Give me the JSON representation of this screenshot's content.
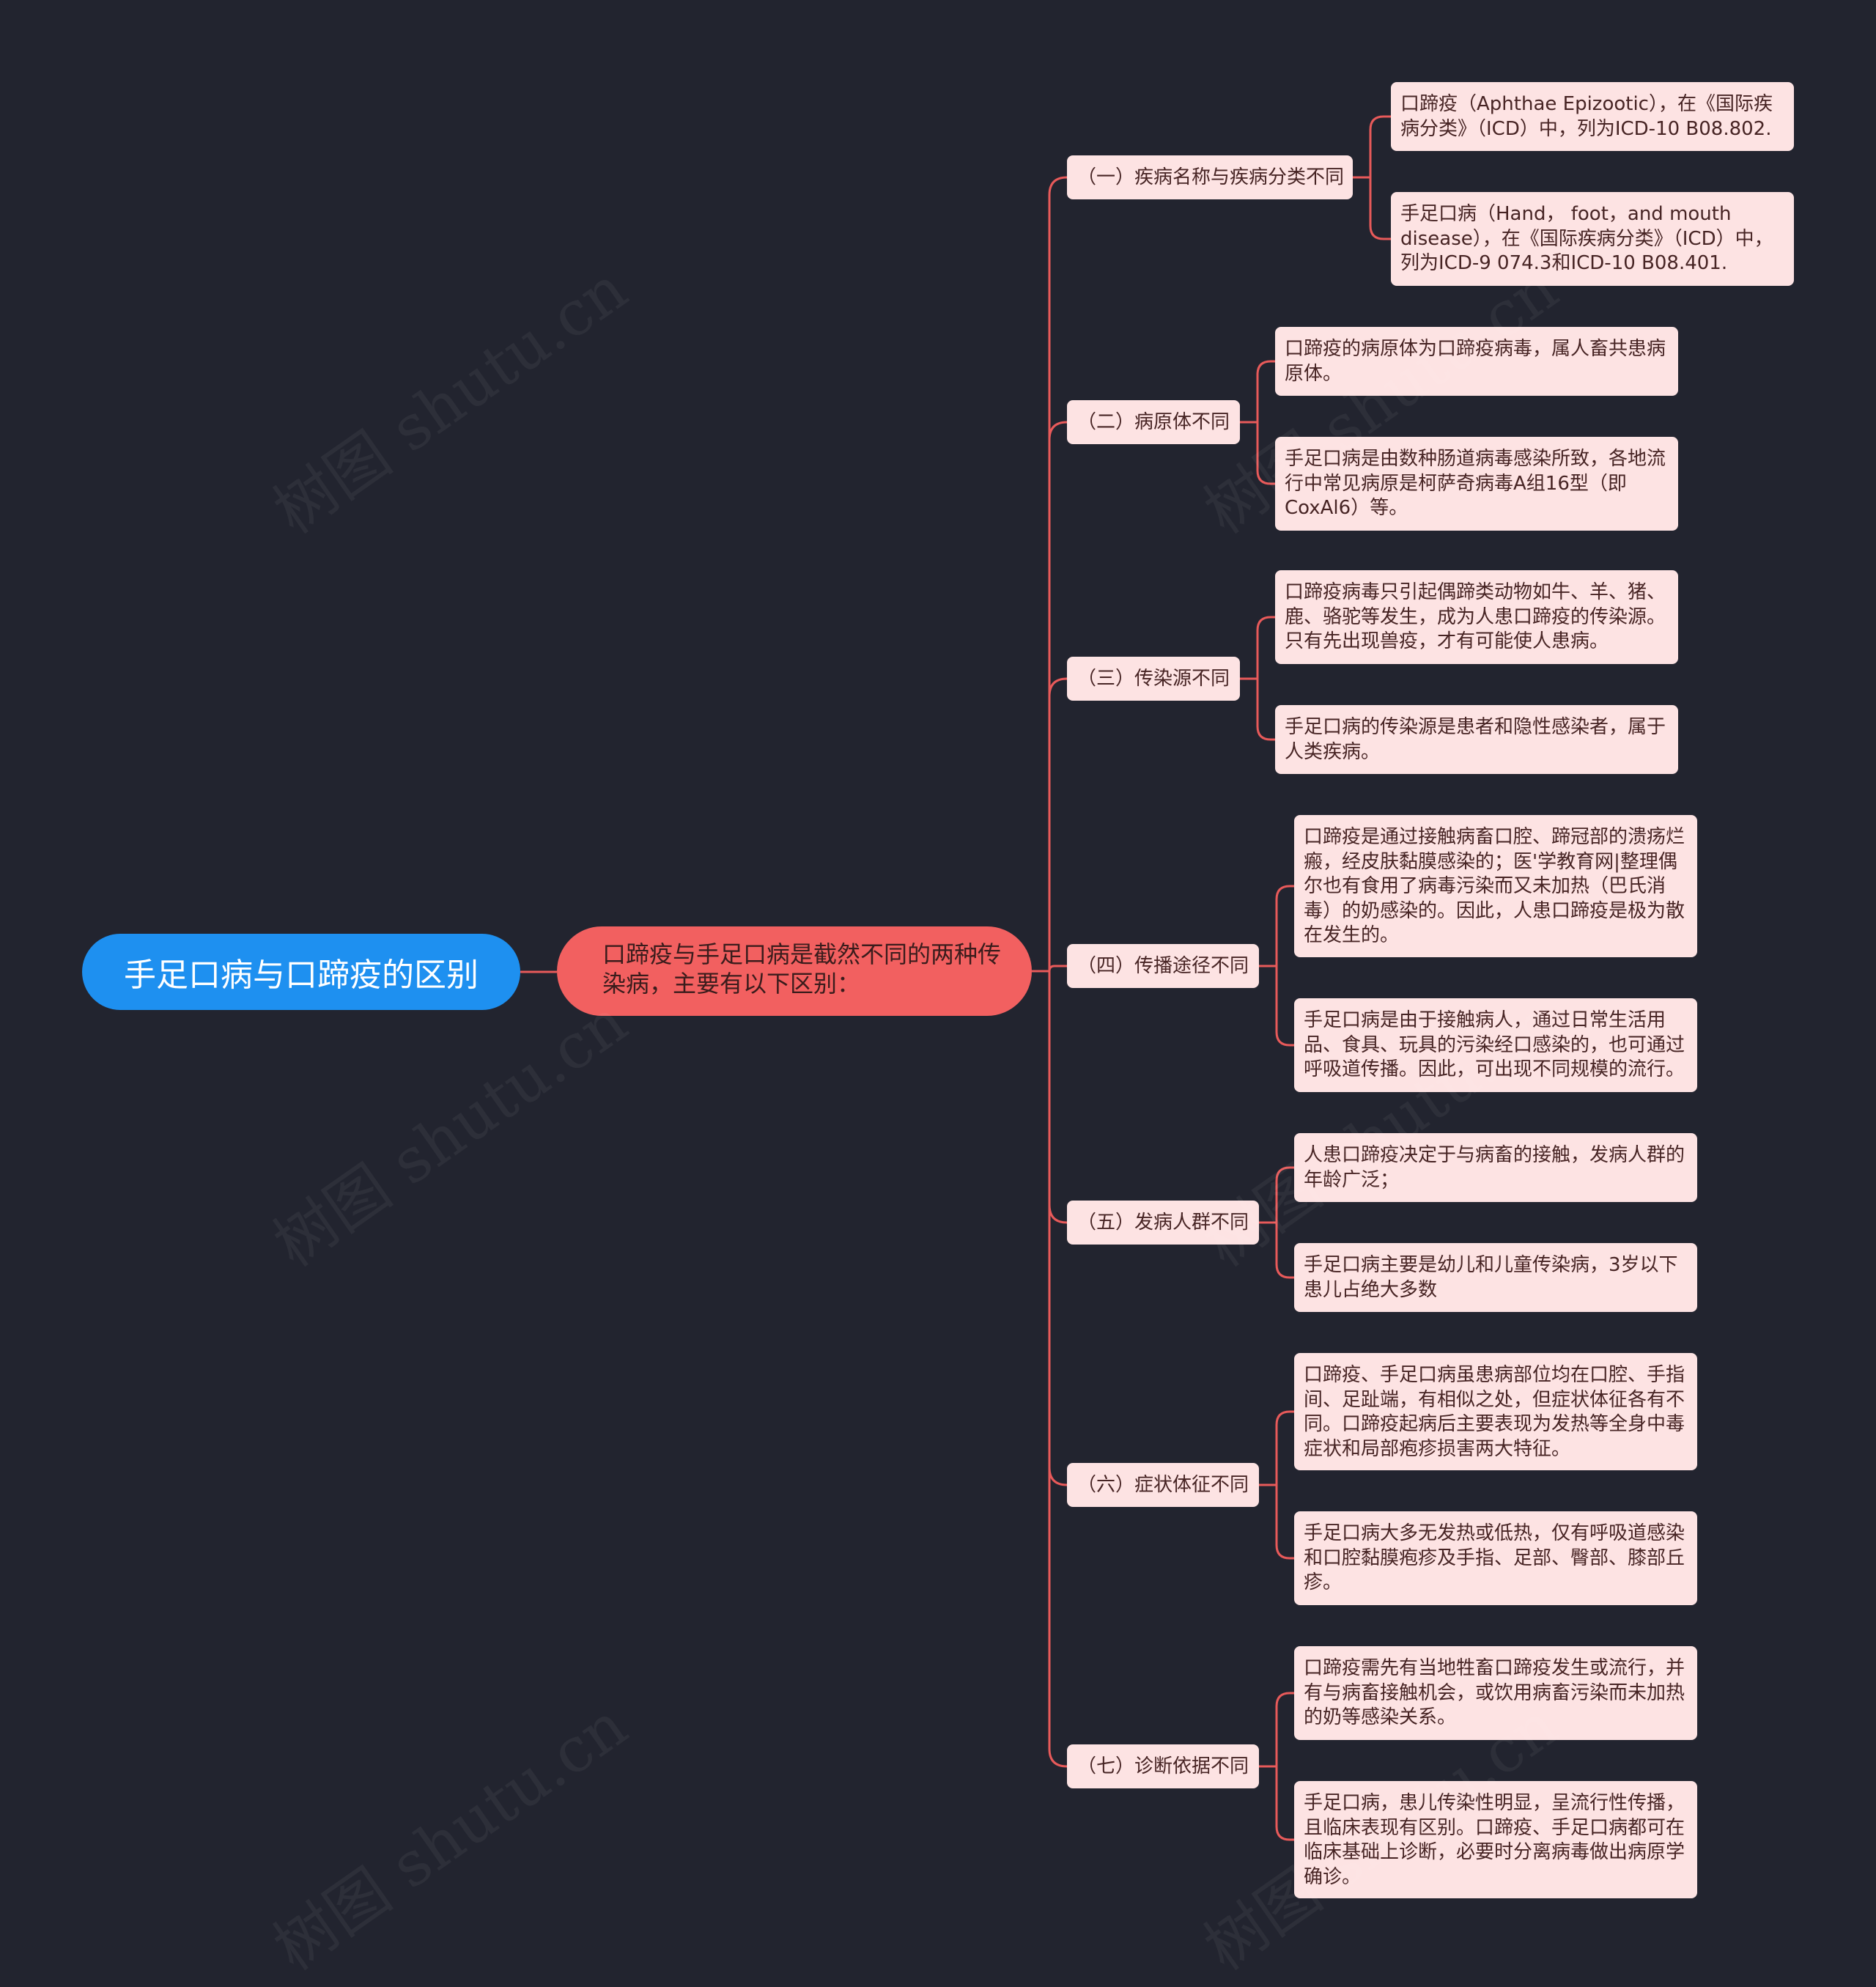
{
  "root": {
    "label": "手足口病与口蹄疫的区别"
  },
  "summary": {
    "label": "口蹄疫与手足口病是截然不同的两种传染病，主要有以下区别："
  },
  "branches": [
    {
      "label": "（一）疾病名称与疾病分类不同",
      "children": [
        "口蹄疫（Aphthae Epizootic），在《国际疾病分类》（ICD）中，列为ICD-10 B08.802.",
        "手足口病（Hand， foot，and mouth disease），在《国际疾病分类》（ICD）中，列为ICD-9 074.3和ICD-10 B08.401."
      ]
    },
    {
      "label": "（二）病原体不同",
      "children": [
        "口蹄疫的病原体为口蹄疫病毒，属人畜共患病原体。",
        "手足口病是由数种肠道病毒感染所致，各地流行中常见病原是柯萨奇病毒A组16型（即CoxAl6）等。"
      ]
    },
    {
      "label": "（三）传染源不同",
      "children": [
        "口蹄疫病毒只引起偶蹄类动物如牛、羊、猪、鹿、骆驼等发生，成为人患口蹄疫的传染源。只有先出现兽疫，才有可能使人患病。",
        "手足口病的传染源是患者和隐性感染者，属于人类疾病。"
      ]
    },
    {
      "label": "（四）传播途径不同",
      "children": [
        "口蹄疫是通过接触病畜口腔、蹄冠部的溃疡烂瘢，经皮肤黏膜感染的；医'学教育网|整理偶尔也有食用了病毒污染而又未加热（巴氏消毒）的奶感染的。因此，人患口蹄疫是极为散在发生的。",
        "手足口病是由于接触病人，通过日常生活用品、食具、玩具的污染经口感染的，也可通过呼吸道传播。因此，可出现不同规模的流行。"
      ]
    },
    {
      "label": "（五）发病人群不同",
      "children": [
        "人患口蹄疫决定于与病畜的接触，发病人群的年龄广泛；",
        "手足口病主要是幼儿和儿童传染病，3岁以下患儿占绝大多数"
      ]
    },
    {
      "label": "（六）症状体征不同",
      "children": [
        "口蹄疫、手足口病虽患病部位均在口腔、手指间、足趾端，有相似之处，但症状体征各有不同。口蹄疫起病后主要表现为发热等全身中毒症状和局部疱疹损害两大特征。",
        "手足口病大多无发热或低热，仅有呼吸道感染和口腔黏膜疱疹及手指、足部、臀部、膝部丘疹。"
      ]
    },
    {
      "label": "（七）诊断依据不同",
      "children": [
        "口蹄疫需先有当地牲畜口蹄疫发生或流行，并有与病畜接触机会，或饮用病畜污染而未加热的奶等感染关系。",
        "手足口病，患儿传染性明显，呈流行性传播，且临床表现有区别。口蹄疫、手足口病都可在临床基础上诊断，必要时分离病毒做出病原学确诊。"
      ]
    }
  ],
  "watermark": "树图 shutu.cn",
  "colors": {
    "background": "#22242f",
    "root": "#1e90f0",
    "summary": "#f26060",
    "node": "#fde3e3",
    "link": "#e85a5a"
  }
}
